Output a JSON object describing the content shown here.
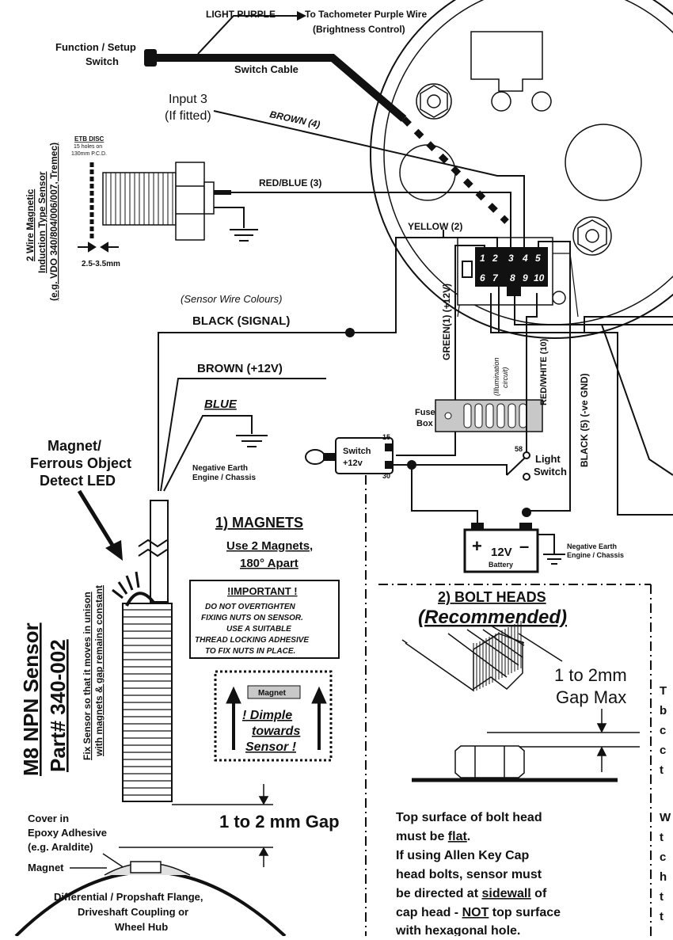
{
  "top": {
    "light_purple": "LIGHT PURPLE",
    "tacho_line1": "To Tachometer Purple Wire",
    "tacho_line2": "(Brightness Control)",
    "function_switch_line1": "Function / Setup",
    "function_switch_line2": "Switch",
    "switch_cable": "Switch Cable",
    "input3_line1": "Input 3",
    "input3_line2": "(If fitted)",
    "brown4": "BROWN (4)",
    "redblue3": "RED/BLUE (3)",
    "yellow2": "YELLOW (2)"
  },
  "sensor_top": {
    "vertical_line1": "2 Wire Magnetic",
    "vertical_line2": "Induction Type Sensor",
    "vertical_line3": "(e.g. VDO 340/804/006/007, Tremec)",
    "etb_disc": "ETB DISC",
    "etb_holes1": "15 holes on",
    "etb_holes2": "130mm P.C.D.",
    "gap": "2.5-3.5mm"
  },
  "connector": {
    "pins_top": [
      "1",
      "2",
      "3",
      "4",
      "5"
    ],
    "pins_bottom": [
      "6",
      "7",
      "8",
      "9",
      "10"
    ]
  },
  "wires": {
    "sensor_colours": "(Sensor Wire Colours)",
    "black_signal": "BLACK (SIGNAL)",
    "brown_12v": "BROWN (+12V)",
    "blue": "BLUE",
    "neg_earth1": "Negative Earth",
    "neg_earth2": "Engine / Chassis",
    "green1": "GREEN(1) (+12V)",
    "illum1": "(Illumination",
    "illum2": "circuit)",
    "redwhite10": "RED/WHITE (10)",
    "black5": "BLACK (5) (-ve GND)",
    "fuse_box1": "Fuse",
    "fuse_box2": "Box",
    "switch_12v1": "Switch",
    "switch_12v2": "+12v",
    "term15": "15",
    "term30": "30",
    "term58": "58",
    "light_switch1": "Light",
    "light_switch2": "Switch",
    "battery": "12V",
    "battery_sub": "Battery",
    "plus": "+",
    "minus": "–",
    "bat_earth1": "Negative Earth",
    "bat_earth2": "Engine / Chassis"
  },
  "npn": {
    "led_line1": "Magnet/",
    "led_line2": "Ferrous Object",
    "led_line3": "Detect LED",
    "title1": "M8 NPN Sensor",
    "title2": "Part# 340-002",
    "fix_line1": "Fix Sensor so that it moves in unison",
    "fix_line2": "with magnets & gap remains constant",
    "cover1": "Cover in",
    "cover2": "Epoxy Adhesive",
    "cover3": "(e.g. Araldite)",
    "magnet": "Magnet",
    "gap": "1 to 2 mm Gap",
    "flange1": "Differential / Propshaft Flange,",
    "flange2": "Driveshaft Coupling or",
    "flange3": "Wheel Hub"
  },
  "magnets": {
    "title": "1) MAGNETS",
    "sub1": "Use 2 Magnets,",
    "sub2": "180° Apart",
    "important": "!IMPORTANT !",
    "imp1": "DO NOT OVERTIGHTEN",
    "imp2": "FIXING NUTS ON SENSOR.",
    "imp3": "USE A SUITABLE",
    "imp4": "THREAD LOCKING ADHESIVE",
    "imp5": "TO FIX NUTS IN PLACE.",
    "magnet_label": "Magnet",
    "dimple1": "! Dimple",
    "dimple2": "towards",
    "dimple3": "Sensor !"
  },
  "bolts": {
    "title": "2) BOLT HEADS",
    "recommended": "(Recommended)",
    "gap1": "1 to 2mm",
    "gap2": "Gap Max",
    "text1": "Top surface of bolt head",
    "text2a": "must be ",
    "text2b": "flat",
    "text2c": ".",
    "text3": "If using Allen Key Cap",
    "text4": "head bolts, sensor must",
    "text5a": "be directed at ",
    "text5b": "sidewall",
    "text5c": " of",
    "text6a": "cap head - ",
    "text6b": "NOT",
    "text6c": " top surface",
    "text7": "with hexagonal hole."
  },
  "right_edge": {
    "letters1": [
      "T",
      "b",
      "c",
      "c",
      "t"
    ],
    "letters2": [
      "W",
      "t",
      "c",
      "h",
      "t",
      "t"
    ]
  }
}
